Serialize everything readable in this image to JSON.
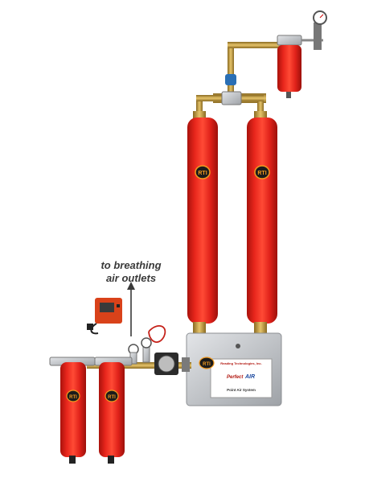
{
  "annotation": {
    "line1": "to breathing",
    "line2": "air outlets"
  },
  "brand": {
    "badge": "RTI",
    "company": "Reading Technologies, Inc.",
    "product_prefix": "Perfect",
    "product_suffix": "AIR",
    "system": "Point Air System"
  },
  "colors": {
    "tank_red": "#e8261c",
    "tank_dark": "#a9120c",
    "brass": "#c9a24a",
    "steel": "#b9bcc0",
    "badge_black": "#1b1b1b",
    "badge_orange": "#f39a1e"
  }
}
